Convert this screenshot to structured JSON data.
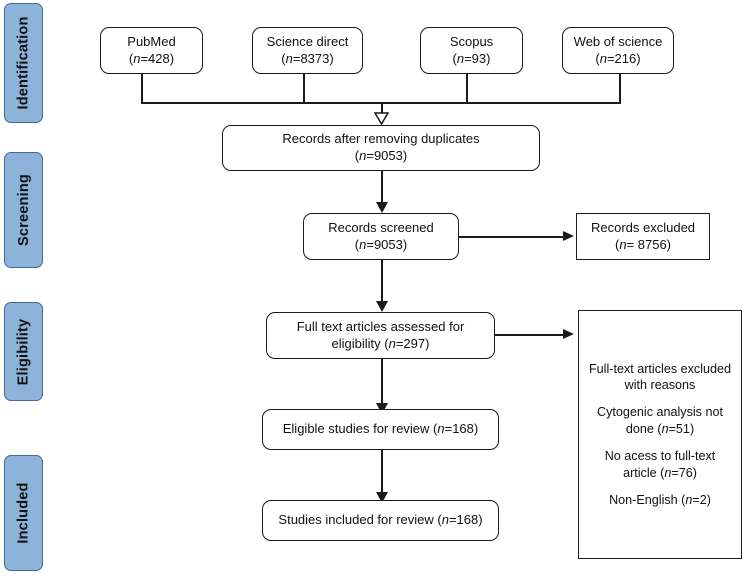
{
  "diagram": {
    "title": "PRISMA study selection flow diagram",
    "colors": {
      "stage_fill": "#8db3da",
      "stage_border": "#41699c",
      "node_border": "#1a1a1a",
      "node_fill": "#ffffff",
      "text": "#111111"
    }
  },
  "stages": [
    {
      "id": "identification",
      "label": "Identification"
    },
    {
      "id": "screening",
      "label": "Screening"
    },
    {
      "id": "eligibility",
      "label": "Eligibility"
    },
    {
      "id": "included",
      "label": "Included"
    }
  ],
  "sources": [
    {
      "id": "pubmed",
      "name": "PubMed",
      "count_prefix": "(",
      "n_label": "n",
      "count_text": "=428)",
      "n": 428
    },
    {
      "id": "science-direct",
      "name": "Science direct",
      "count_prefix": "(",
      "n_label": "n",
      "count_text": "=8373)",
      "n": 8373
    },
    {
      "id": "scopus",
      "name": "Scopus",
      "count_prefix": "(",
      "n_label": "n",
      "count_text": "=93)",
      "n": 93
    },
    {
      "id": "web-of-science",
      "name": "Web of science",
      "count_prefix": "(",
      "n_label": "n",
      "count_text": "=216)",
      "n": 216
    }
  ],
  "flow": {
    "duplicates": {
      "line1": "Records after removing duplicates",
      "n_label": "n",
      "line2_tail": "=9053)",
      "n": 9053
    },
    "screened": {
      "line1": "Records screened",
      "n_label": "n",
      "line2_tail": "=9053)",
      "n": 9053
    },
    "records_excluded": {
      "line1": "Records excluded",
      "n_label": "n",
      "line2_tail": "= 8756)",
      "n": 8756
    },
    "fulltext_assessed": {
      "line1": "Full text articles assessed for",
      "line2_head": "eligibility (",
      "n_label": "n",
      "line2_tail": "=297)",
      "n": 297
    },
    "eligible_studies": {
      "text_head": "Eligible studies for review (",
      "n_label": "n",
      "text_tail": "=168)",
      "n": 168
    },
    "studies_included": {
      "text_head": "Studies included for review (",
      "n_label": "n",
      "text_tail": "=168)",
      "n": 168
    },
    "exclusion_reasons": {
      "heading_line1": "Full-text articles excluded",
      "heading_line2": "with reasons",
      "reason1_line1": "Cytogenic analysis not",
      "reason1_line2_head": "done (",
      "reason1_n_label": "n",
      "reason1_line2_tail": "=51)",
      "reason1_n": 51,
      "reason2_line1": "No acess to full-text",
      "reason2_line2_head": "article (",
      "reason2_n_label": "n",
      "reason2_line2_tail": "=76)",
      "reason2_n": 76,
      "reason3_head": "Non-English (",
      "reason3_n_label": "n",
      "reason3_tail": "=2)",
      "reason3_n": 2
    }
  }
}
